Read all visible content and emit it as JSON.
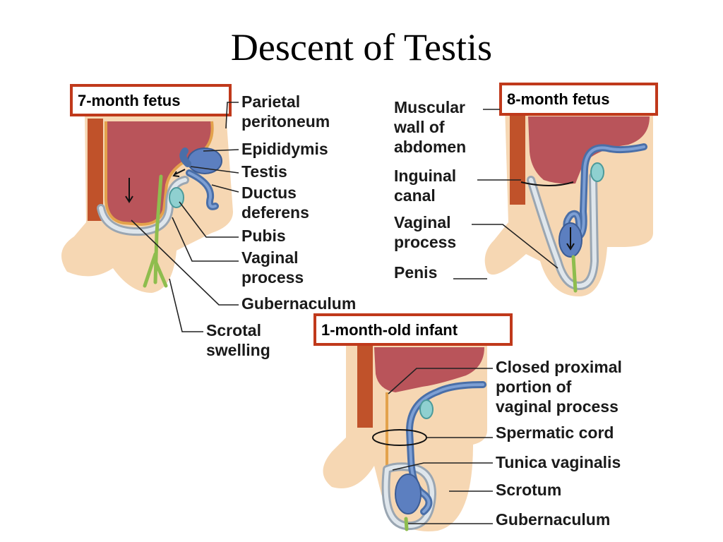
{
  "title": "Descent of Testis",
  "stages": {
    "seven_month": "7-month fetus",
    "eight_month": "8-month fetus",
    "one_month_infant": "1-month-old infant"
  },
  "labels_7month": {
    "parietal": [
      "Parietal",
      "peritoneum"
    ],
    "epididymis": "Epididymis",
    "testis": "Testis",
    "ductus": [
      "Ductus",
      "deferens"
    ],
    "pubis": "Pubis",
    "vaginal": [
      "Vaginal",
      "process"
    ],
    "gubernaculum": "Gubernaculum",
    "scrotal": [
      "Scrotal",
      "swelling"
    ]
  },
  "labels_8month": {
    "muscular": [
      "Muscular",
      "wall of",
      "abdomen"
    ],
    "inguinal": [
      "Inguinal",
      "canal"
    ],
    "vaginal": [
      "Vaginal",
      "process"
    ],
    "penis": "Penis"
  },
  "labels_infant": {
    "closed": [
      "Closed proximal",
      "portion of",
      "vaginal process"
    ],
    "spermatic": "Spermatic cord",
    "tunica": "Tunica vaginalis",
    "scrotum": "Scrotum",
    "gubernaculum": "Gubernaculum"
  },
  "colors": {
    "stage_box_border": "#c0391b",
    "skin": "#f6d7b3",
    "peritoneum": "#b9545a",
    "testis": "#5c7fc0",
    "gubernaculum": "#8ebd4e"
  }
}
